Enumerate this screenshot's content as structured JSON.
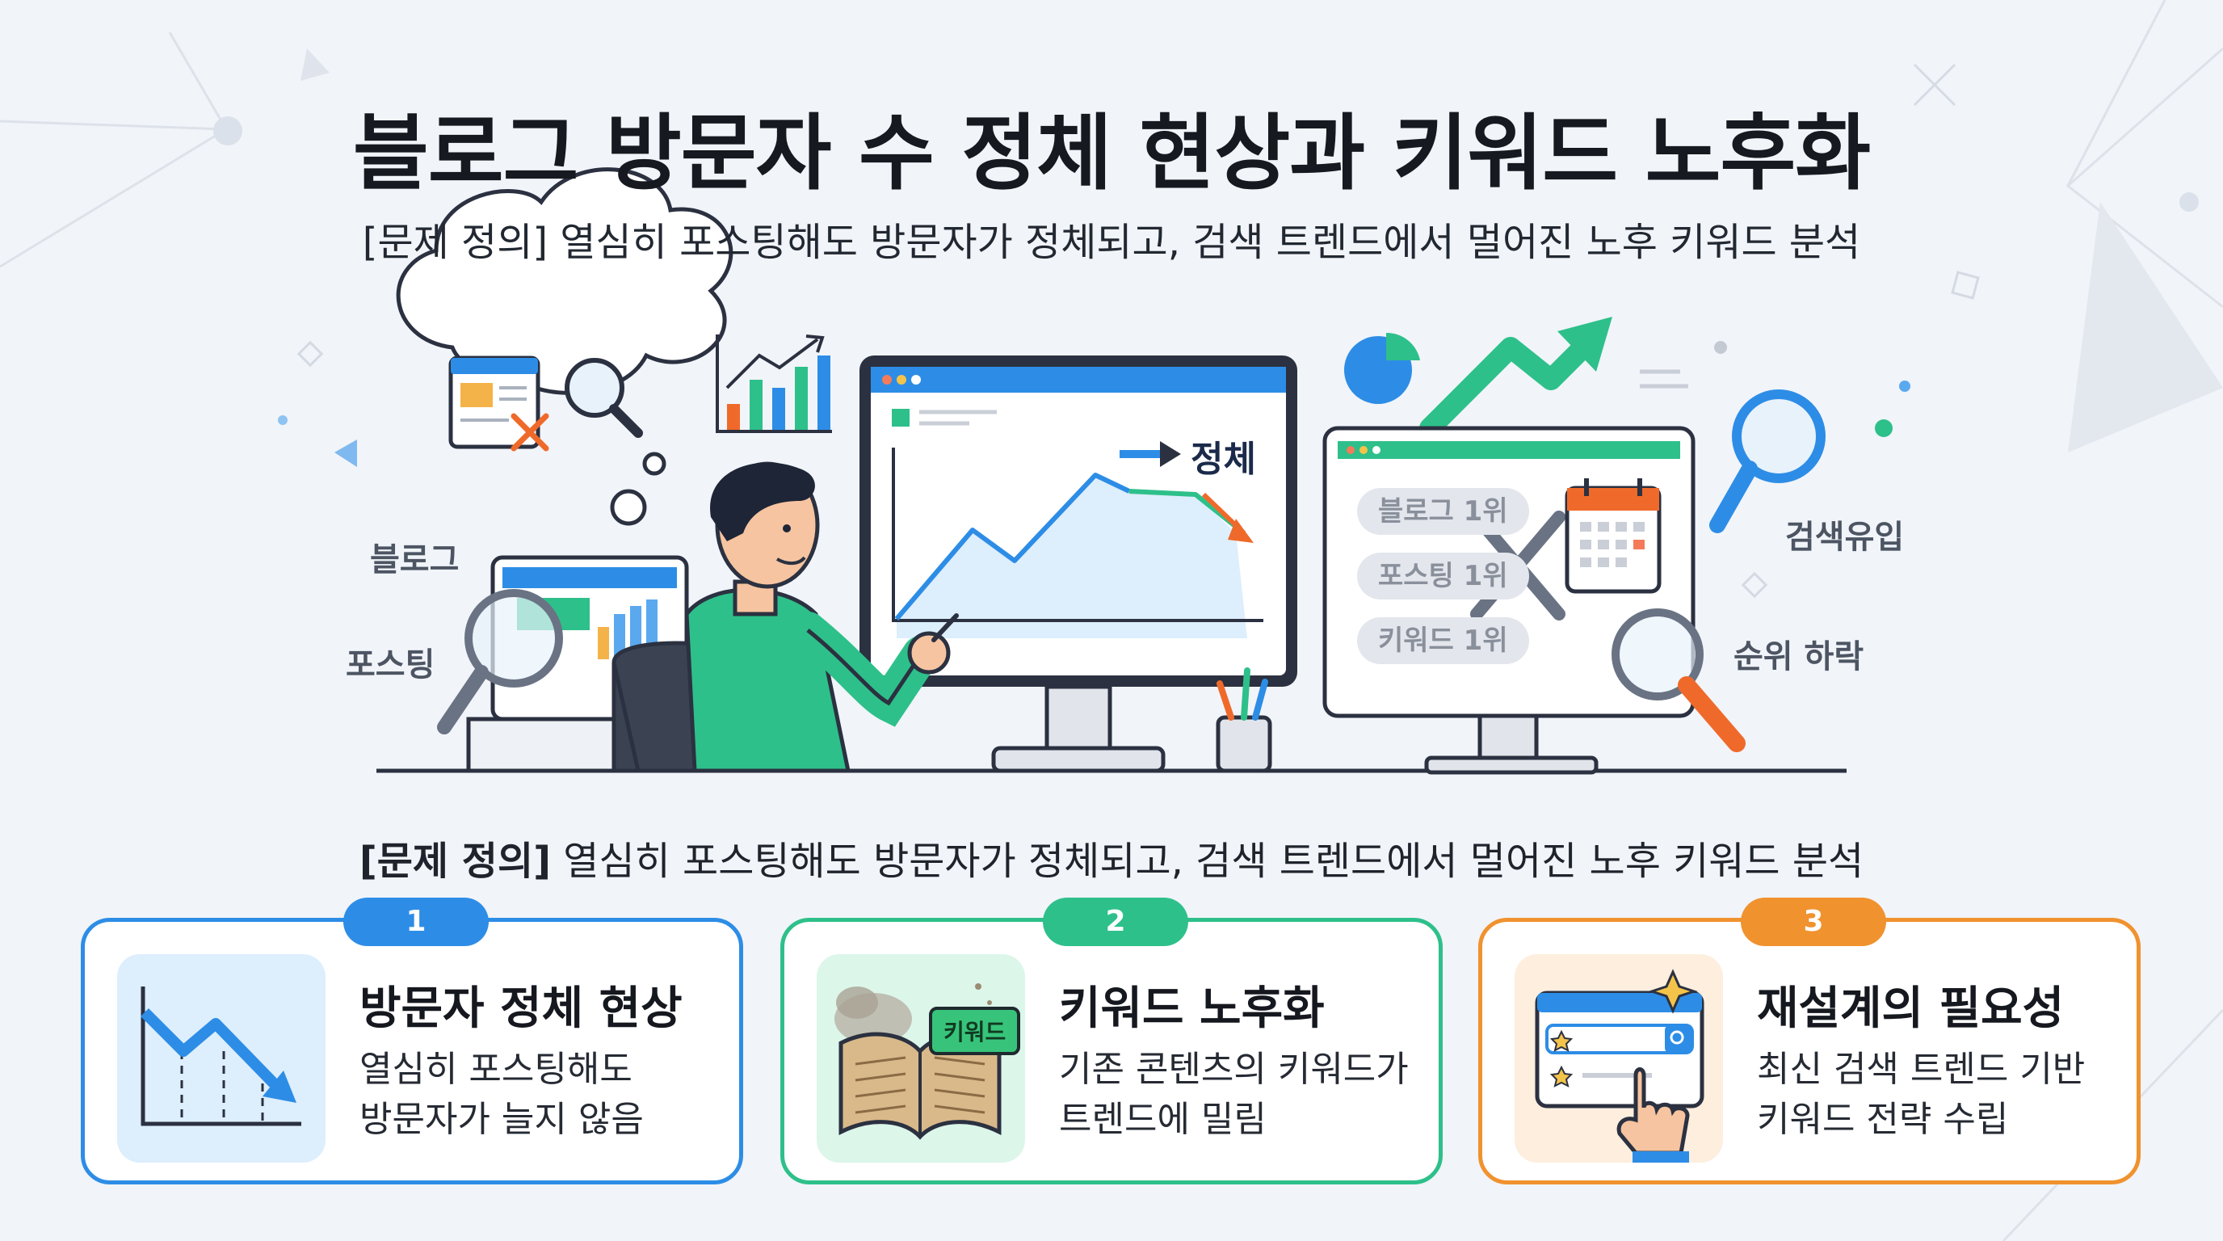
{
  "title": "블로그 방문자 수 정체 현상과 키워드 노후화",
  "subtitle": "[문제 정의] 열심히 포스팅해도 방문자가 정체되고, 검색 트렌드에서 멀어진 노후 키워드 분석",
  "subtitle2": {
    "bold": "[문제 정의]",
    "rest": " 열심히 포스팅해도 방문자가 정체되고, 검색 트렌드에서 멀어진 노후 키워드 분석"
  },
  "illustration": {
    "left_labels": [
      "블로그",
      "포스팅"
    ],
    "right_labels": [
      "검색유입",
      "순위 하락"
    ],
    "monitor_label": "정체",
    "chips": [
      "블로그 1위",
      "포스팅 1위",
      "키워드 1위"
    ]
  },
  "colors": {
    "blue": "#2d8de6",
    "green": "#2ec08a",
    "orange": "#f0922e",
    "background": "#f1f4f9"
  },
  "cards": [
    {
      "number": "1",
      "title": "방문자 정체 현상",
      "desc": [
        "열심히 포스팅해도",
        "방문자가 늘지 않음"
      ],
      "icon": "downtrend-chart-icon"
    },
    {
      "number": "2",
      "title": "키워드 노후화",
      "desc": [
        "기존 콘텐츠의 키워드가",
        "트렌드에 밀림"
      ],
      "icon": "dusty-book-icon",
      "tag": "키워드"
    },
    {
      "number": "3",
      "title": "재설계의 필요성",
      "desc": [
        "최신 검색 트렌드 기반",
        "키워드 전략 수립"
      ],
      "icon": "search-click-icon"
    }
  ]
}
